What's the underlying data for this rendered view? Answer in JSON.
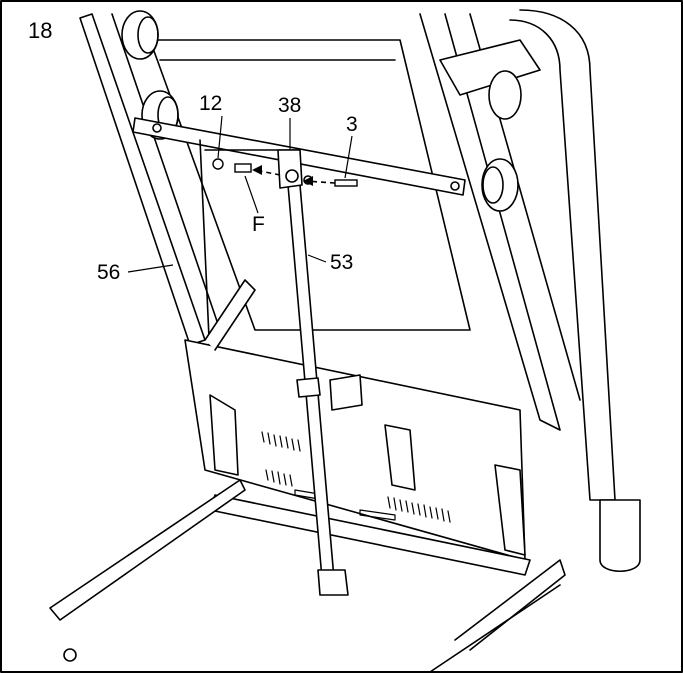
{
  "step_number": "18",
  "callouts": {
    "c12": "12",
    "c38": "38",
    "c3": "3",
    "cF": "F",
    "c53": "53",
    "c56": "56"
  }
}
